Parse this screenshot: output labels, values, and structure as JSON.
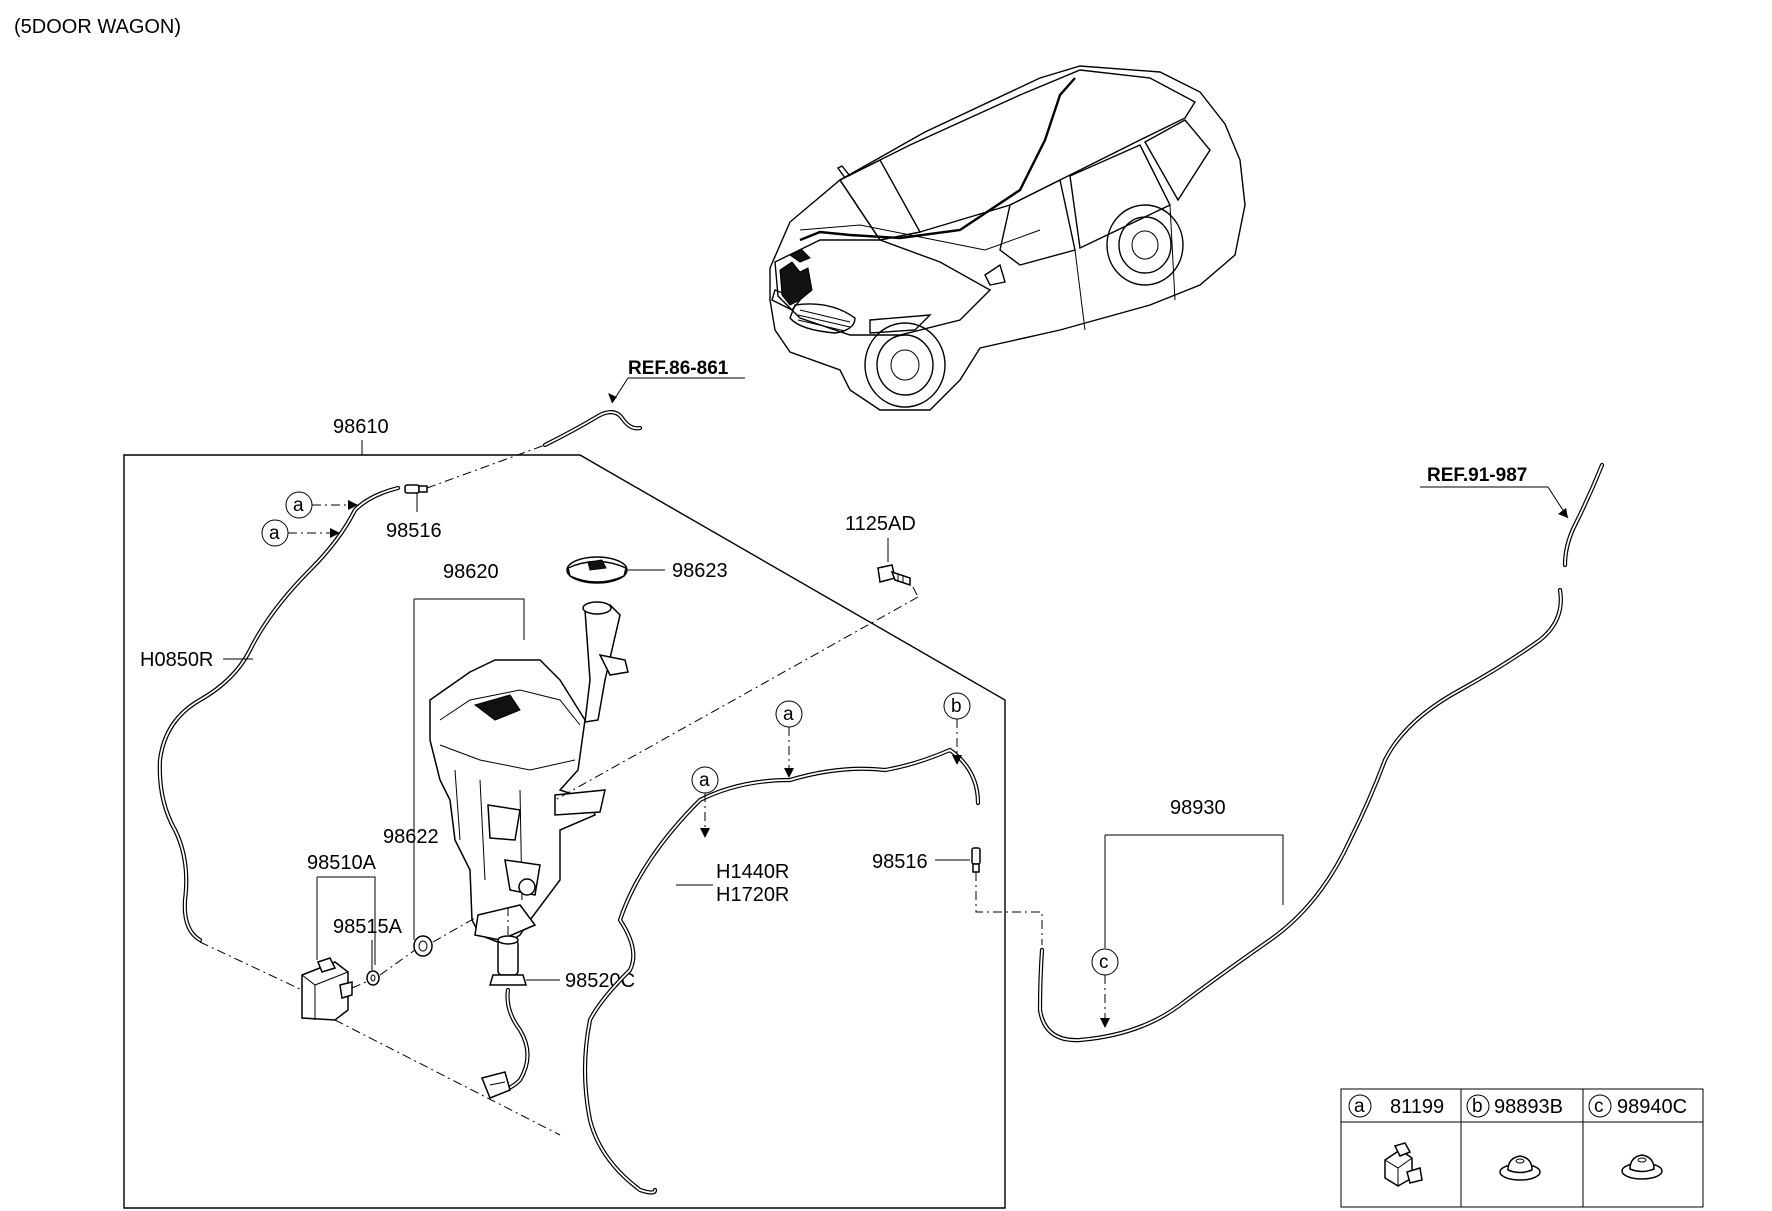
{
  "title": "(5DOOR WAGON)",
  "references": {
    "ref_86_861": "REF.86-861",
    "ref_91_987": "REF.91-987"
  },
  "part_labels": {
    "p98610": "98610",
    "p98516_top": "98516",
    "h0850r": "H0850R",
    "p98620": "98620",
    "p98623": "98623",
    "p1125ad": "1125AD",
    "p98622": "98622",
    "p98510a": "98510A",
    "p98515a": "98515A",
    "p98520c": "98520C",
    "h1440r": "H1440R",
    "h1720r": "H1720R",
    "p98516_right": "98516",
    "p98930": "98930"
  },
  "callouts": {
    "a": "a",
    "b": "b",
    "c": "c"
  },
  "legend": {
    "items": [
      {
        "letter": "a",
        "part": "81199"
      },
      {
        "letter": "b",
        "part": "98893B"
      },
      {
        "letter": "c",
        "part": "98940C"
      }
    ]
  }
}
